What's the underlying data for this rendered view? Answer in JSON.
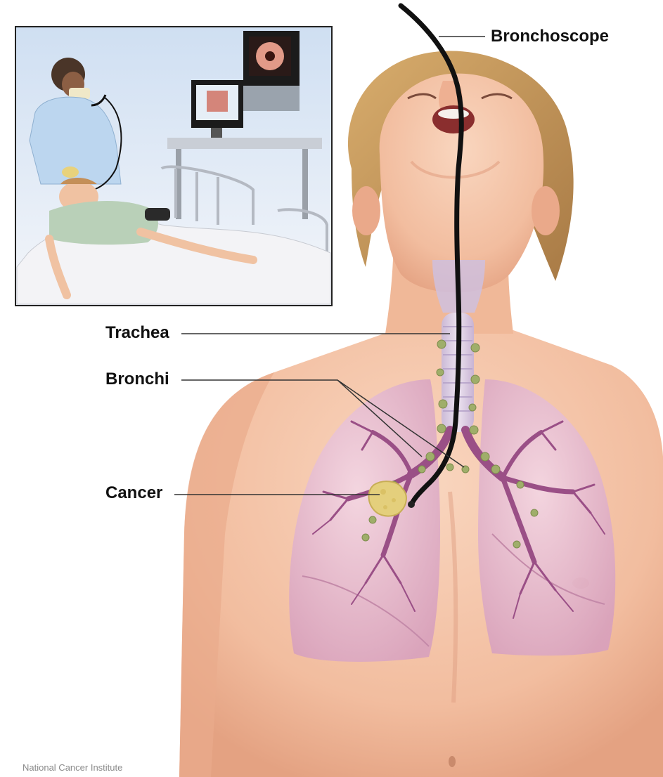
{
  "labels": {
    "bronchoscope": "Bronchoscope",
    "trachea": "Trachea",
    "bronchi": "Bronchi",
    "cancer": "Cancer"
  },
  "credit": "National Cancer Institute",
  "colors": {
    "skin": "#f4c3a6",
    "skin_shadow": "#e3a488",
    "hair": "#c99a5b",
    "lung": "#e6bdd2",
    "bronchi": "#9a4f86",
    "lymph_nodes": "#9fae6a",
    "tumor": "#e4cf7c",
    "scope": "#111111",
    "inset_bg": "#d9e5f3",
    "gown": "#bcd6ef",
    "sheet": "#f3f3f6"
  }
}
